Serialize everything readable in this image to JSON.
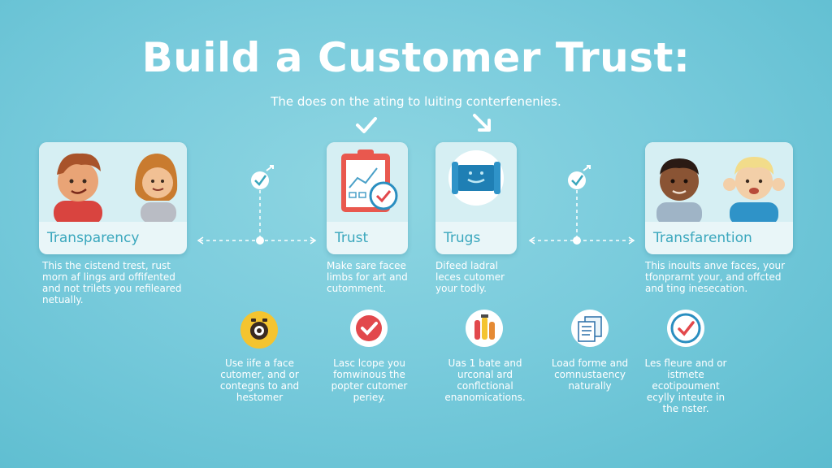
{
  "title": "Build a Customer Trust:",
  "subtitle": "The does on the ating to luiting conterfenenies.",
  "cards": [
    {
      "label": "Transparency",
      "desc": "This the cistend trest, rust morn af lings ard offifented and not trilets you refileared netually."
    },
    {
      "label": "Trust",
      "desc": "Make sare facee limbs for art and cutomment."
    },
    {
      "label": "Trugs",
      "desc": "Difeed ladral leces cutomer your todly."
    },
    {
      "label": "Transfarention",
      "desc": "This inoults anve faces, your tfonprarnt your, and offcted and ting inesecation."
    }
  ],
  "bottom_items": [
    {
      "icon": "camera-face-icon",
      "desc": "Use iife a face cutomer, and or contegns to and hestomer"
    },
    {
      "icon": "checkmark-badge-icon",
      "desc": "Lasc lcope you fomwinous the popter cutomer periey."
    },
    {
      "icon": "test-tubes-icon",
      "desc": "Uas 1 bate and urconal ard conflctional enanomications."
    },
    {
      "icon": "documents-icon",
      "desc": "Load forme and comnustaency naturally"
    },
    {
      "icon": "clock-check-icon",
      "desc": "Les fleure and or istmete ecotipoument ecylly inteute in the nster."
    }
  ],
  "colors": {
    "accent": "#3aa7bd",
    "red": "#e2484c",
    "yellow": "#f4c430",
    "background": "#79cbdc"
  }
}
